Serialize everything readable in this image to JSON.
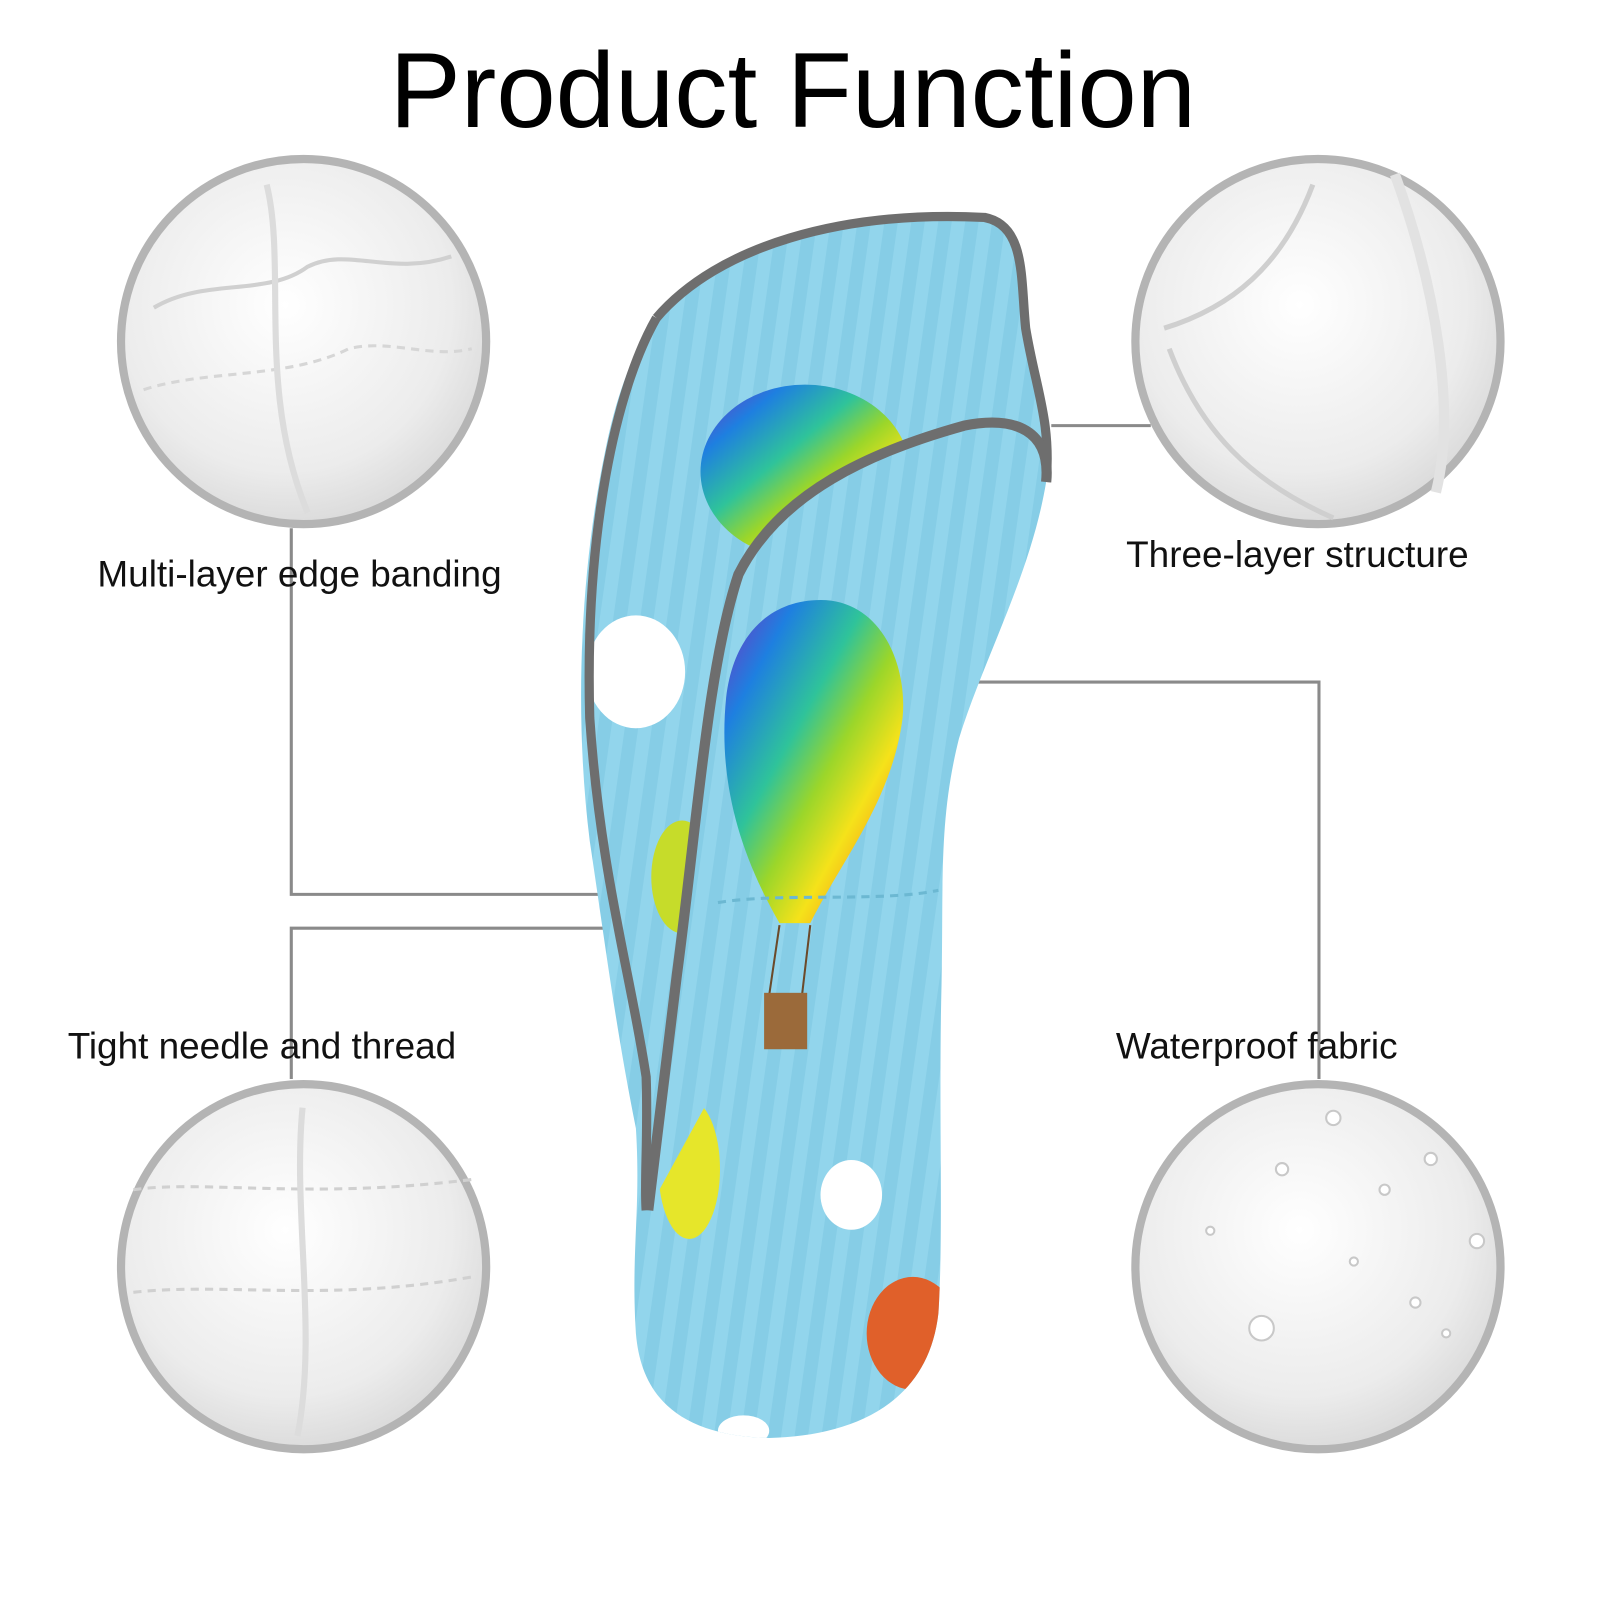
{
  "title": "Product Function",
  "features": [
    {
      "label": "Multi-layer edge banding",
      "icon": "edge-banding-closeup"
    },
    {
      "label": "Three-layer structure",
      "icon": "layer-structure-closeup"
    },
    {
      "label": "Tight needle and thread",
      "icon": "stitching-closeup"
    },
    {
      "label": "Waterproof fabric",
      "icon": "water-droplets-closeup"
    }
  ],
  "colors": {
    "sky": "#8fd3ea",
    "trim": "#6e6e6e",
    "ring": "#b4b4b4"
  }
}
